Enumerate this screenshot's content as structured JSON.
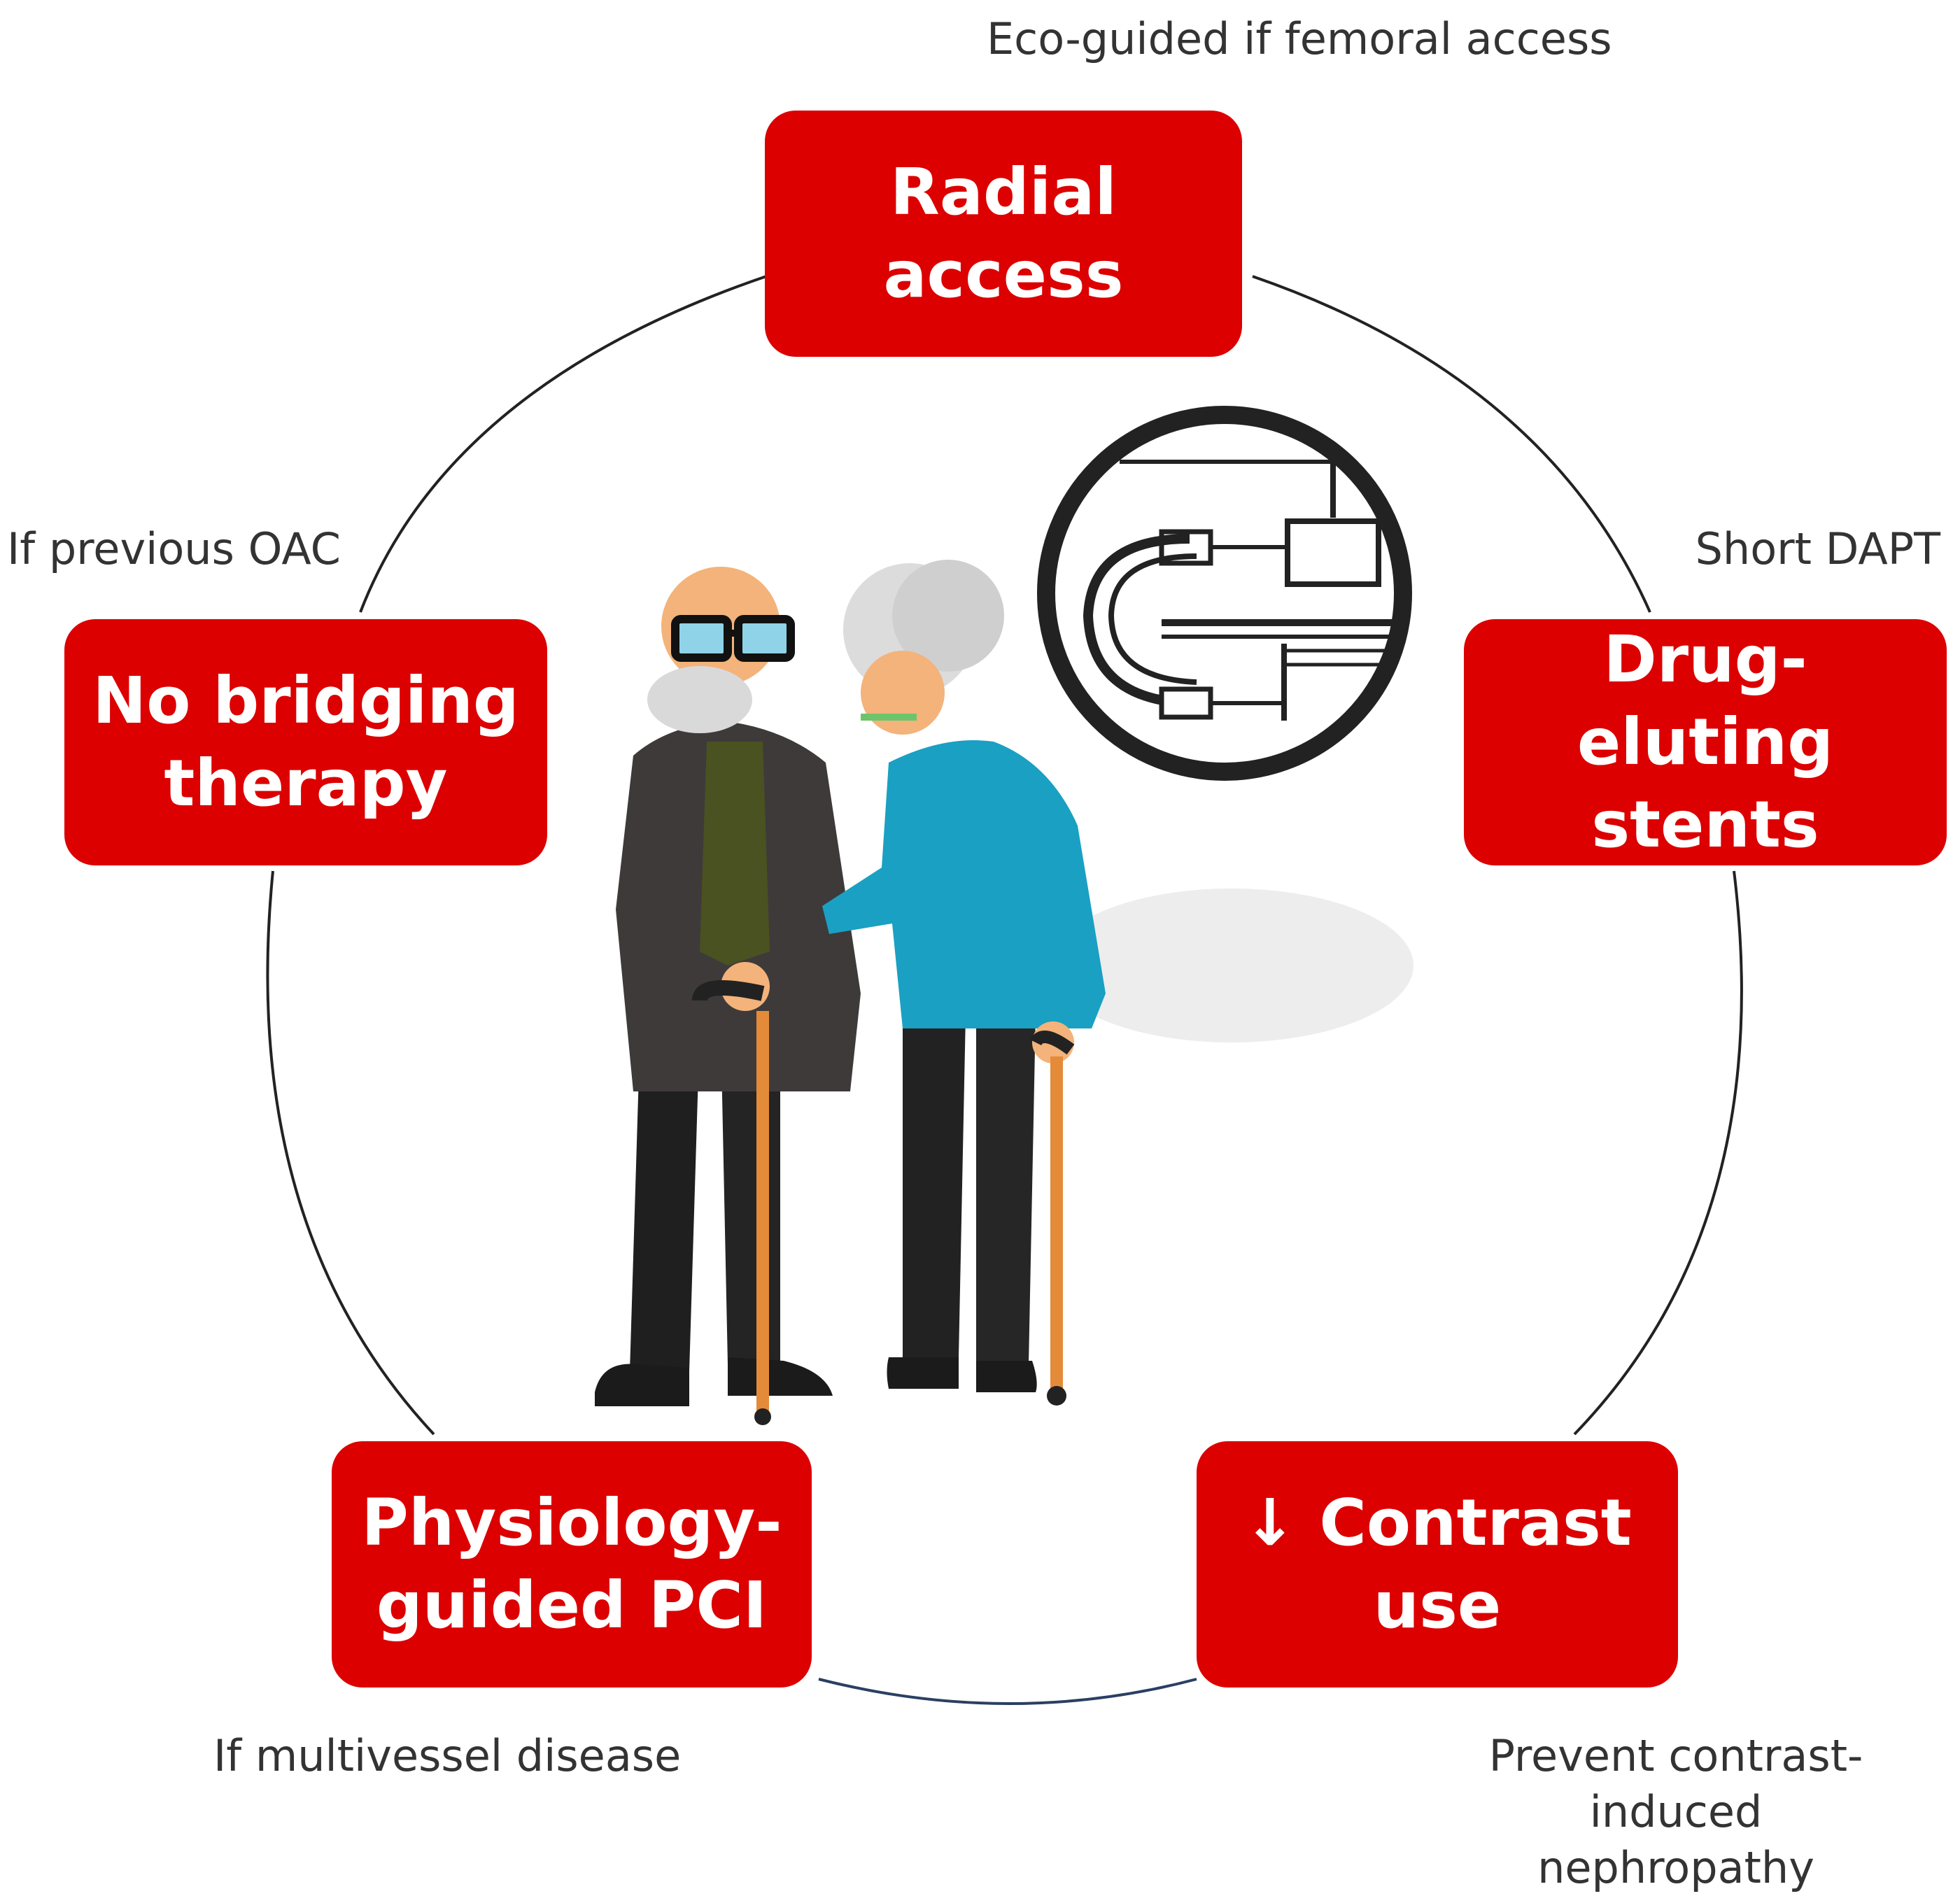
{
  "colors": {
    "box_fill": "#dc0000",
    "box_text": "#ffffff",
    "note_text": "#333333",
    "ring": "#222222",
    "ring_bottom": "#2b3f63"
  },
  "nodes": [
    {
      "id": "radial",
      "label": "Radial access",
      "note": "Eco-guided if femoral access"
    },
    {
      "id": "des",
      "label_lines": [
        "Drug-eluting",
        "stents"
      ],
      "note": "Short DAPT"
    },
    {
      "id": "contrast",
      "label_lines": [
        "↓ Contrast",
        "use"
      ],
      "note_lines": [
        "Prevent contrast-induced",
        "nephropathy"
      ]
    },
    {
      "id": "physiology",
      "label_lines": [
        "Physiology-",
        "guided PCI"
      ],
      "note": "If multivessel disease"
    },
    {
      "id": "bridging",
      "label_lines": [
        "No bridging",
        "therapy"
      ],
      "note": "If previous OAC"
    }
  ],
  "icons": {
    "center_figure": "elderly-couple-with-canes-illustration",
    "device": "catheter-guidewire-icon"
  }
}
